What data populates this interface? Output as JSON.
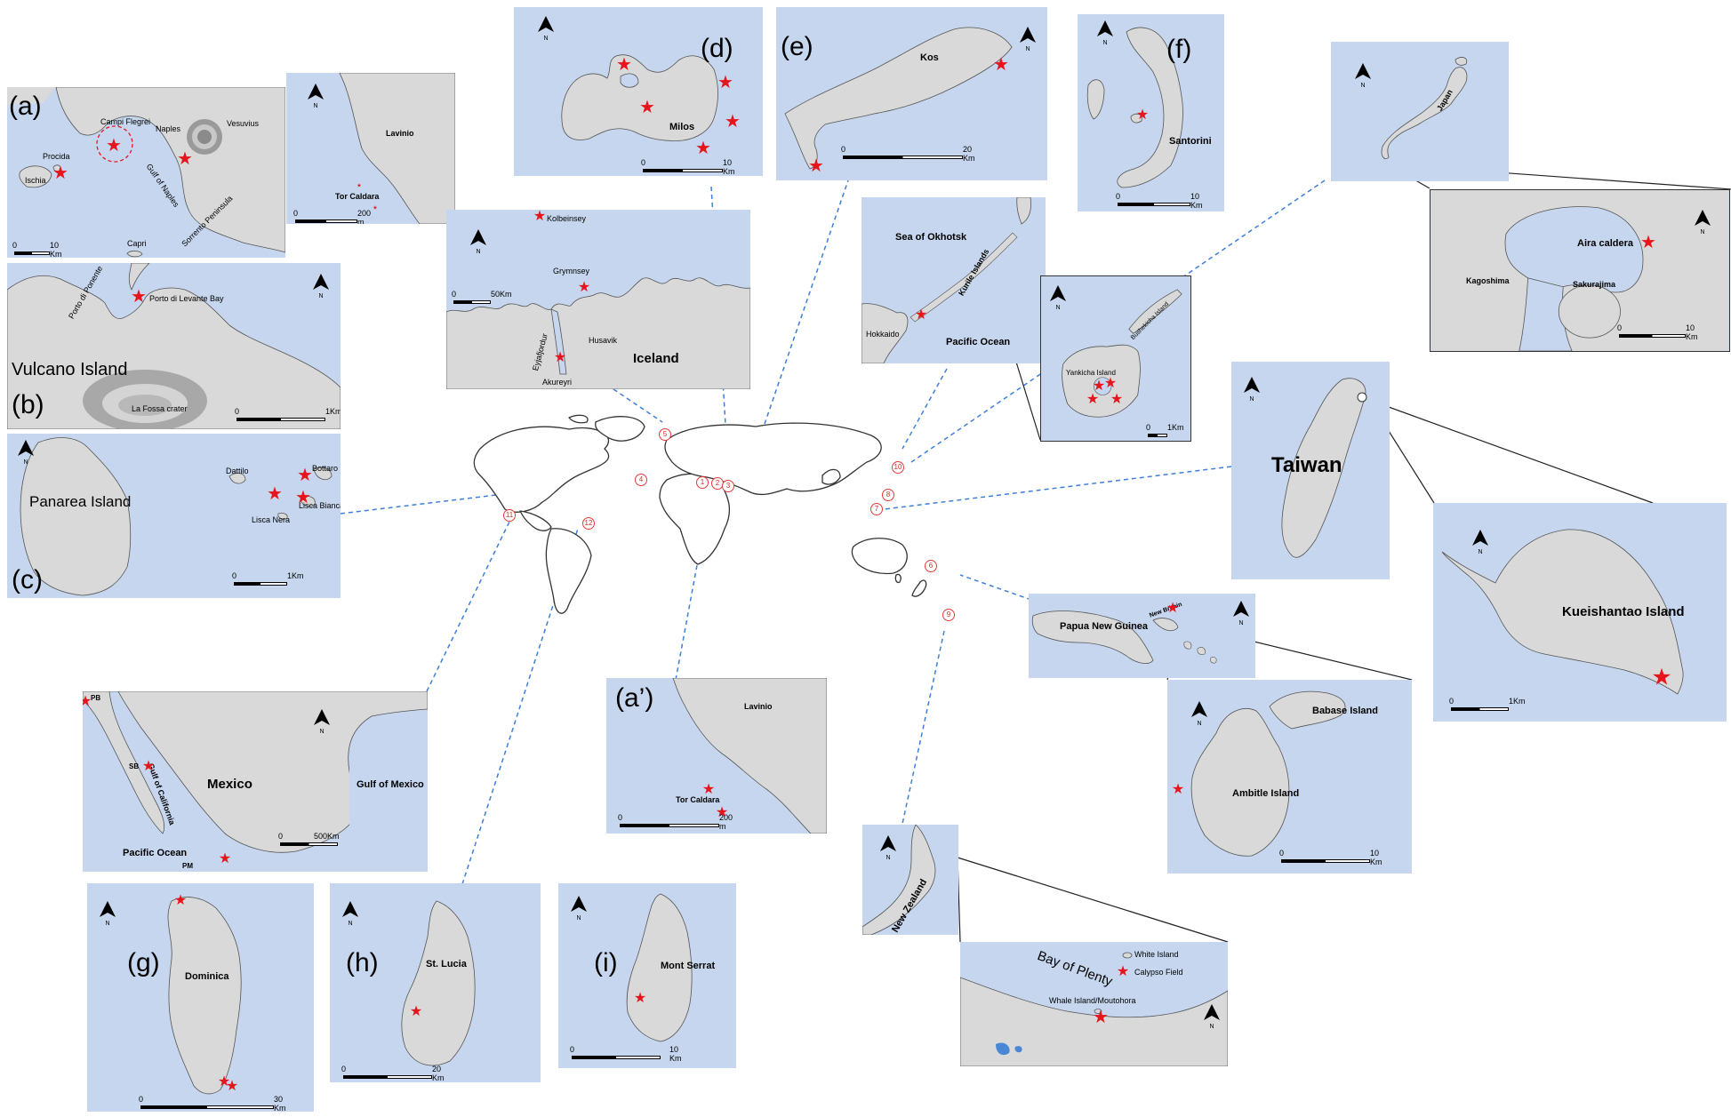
{
  "colors": {
    "sea": "#c5d6ee",
    "land": "#d9d9d9",
    "star": "#e8141b",
    "leader": "#3f7fd8"
  },
  "icons": {
    "north": "north-arrow-icon",
    "star": "red-star-icon"
  },
  "panels": {
    "a": {
      "tag": "(a)",
      "labels": [
        "Campi Flegrei",
        "Vesuvius",
        "Naples",
        "Procida",
        "Ischia",
        "Gulf of Naples",
        "Sorrento Peninsula",
        "Capri"
      ],
      "scale": [
        "0",
        "10 Km"
      ]
    },
    "a_inset": {
      "labels": [
        "Lavinio",
        "Tor Caldara"
      ],
      "scale": [
        "0",
        "200 m"
      ]
    },
    "b": {
      "tag": "(b)",
      "labels": [
        "Porto di Ponente",
        "Porto di Levante Bay",
        "Vulcano Island",
        "La Fossa crater"
      ],
      "scale": [
        "0",
        "1Km"
      ]
    },
    "c": {
      "tag": "(c)",
      "labels": [
        "Panarea Island",
        "Dattilo",
        "Bottaro",
        "Lisca Bianca",
        "Lisca Nera"
      ],
      "scale": [
        "0",
        "1Km"
      ]
    },
    "d": {
      "tag": "(d)",
      "labels": [
        "Milos"
      ],
      "scale": [
        "0",
        "10 Km"
      ]
    },
    "e": {
      "tag": "(e)",
      "labels": [
        "Kos"
      ],
      "scale": [
        "0",
        "20 Km"
      ]
    },
    "f": {
      "tag": "(f)",
      "labels": [
        "Santorini"
      ],
      "scale": [
        "0",
        "10 Km"
      ]
    },
    "iceland": {
      "labels": [
        "Kolbeinsey",
        "Grymnsey",
        "Husavik",
        "Eyjafjordur",
        "Iceland",
        "Akureyri"
      ],
      "scale": [
        "0",
        "50Km"
      ]
    },
    "kurile": {
      "labels": [
        "Sea of Okhotsk",
        "Kurile Islands",
        "Hokkaido",
        "Pacific Ocean"
      ]
    },
    "kurile_inset": {
      "labels": [
        "Bushekicha Island",
        "Yankicha Island"
      ],
      "scale": [
        "0",
        "1Km"
      ]
    },
    "japan": {
      "labels": [
        "Japan"
      ]
    },
    "aira": {
      "labels": [
        "Aira caldera",
        "Kagoshima",
        "Sakurajima"
      ],
      "scale": [
        "0",
        "10 Km"
      ]
    },
    "taiwan": {
      "labels": [
        "Taiwan"
      ]
    },
    "kueishan": {
      "labels": [
        "Kueishantao Island"
      ],
      "scale": [
        "0",
        "1Km"
      ]
    },
    "png": {
      "labels": [
        "Papua New Guinea",
        "New Britain"
      ]
    },
    "ambitle": {
      "labels": [
        "Babase Island",
        "Ambitle Island"
      ],
      "scale": [
        "0",
        "10 Km"
      ]
    },
    "a_prime": {
      "tag": "(a’)",
      "labels": [
        "Lavinio",
        "Tor Caldara"
      ],
      "scale": [
        "0",
        "200 m"
      ]
    },
    "mexico": {
      "labels": [
        "PB",
        "SB",
        "Mexico",
        "Gulf of California",
        "Gulf of Mexico",
        "Pacific Ocean",
        "PM"
      ],
      "scale": [
        "0",
        "500Km"
      ]
    },
    "nz": {
      "labels": [
        "New Zealand"
      ]
    },
    "bay": {
      "labels": [
        "Bay of Plenty",
        "White Island",
        "Calypso Field",
        "Whale Island/Moutohora"
      ]
    },
    "g": {
      "tag": "(g)",
      "labels": [
        "Dominica"
      ],
      "scale": [
        "0",
        "30 Km"
      ]
    },
    "h": {
      "tag": "(h)",
      "labels": [
        "St. Lucia"
      ],
      "scale": [
        "0",
        "20 Km"
      ]
    },
    "i": {
      "tag": "(i)",
      "labels": [
        "Mont Serrat"
      ],
      "scale": [
        "0",
        "10 Km"
      ]
    }
  },
  "world_markers": [
    "1",
    "2",
    "3",
    "4",
    "5",
    "6",
    "7",
    "8",
    "9",
    "10",
    "11",
    "12"
  ]
}
